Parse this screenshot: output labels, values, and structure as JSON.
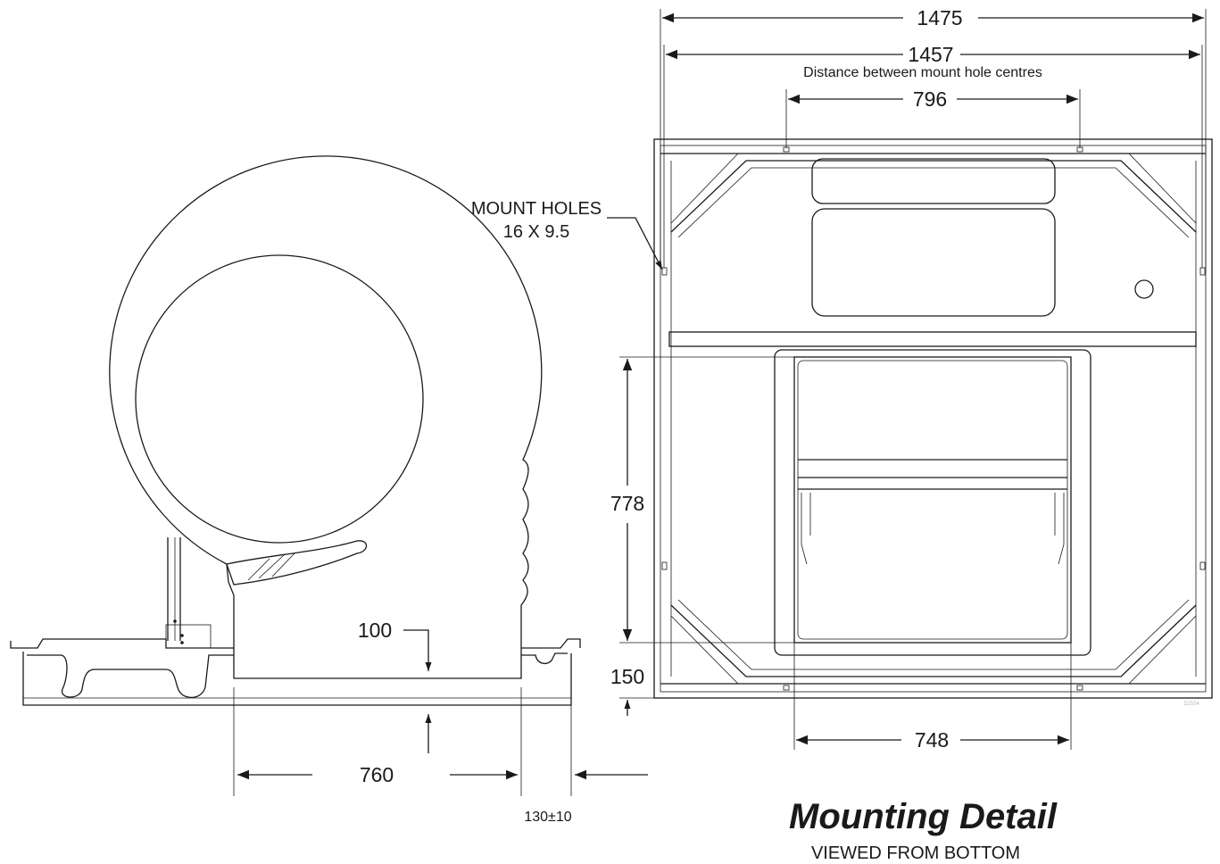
{
  "diagram": {
    "dimensions": {
      "overall_width": "1475",
      "hole_centres": "1457",
      "hole_centres_note": "Distance between mount hole centres",
      "inner_hole_spacing": "796",
      "opening_height": "778",
      "edge_offset": "150",
      "opening_width": "748",
      "side_drop": "100",
      "side_width": "760",
      "side_clearance": "130±10"
    },
    "mount_holes": {
      "title": "MOUNT HOLES",
      "spec": "16 X 9.5"
    },
    "caption": {
      "title": "Mounting Detail",
      "subtitle": "VIEWED FROM BOTTOM"
    },
    "drawing_ref": "D2554"
  }
}
